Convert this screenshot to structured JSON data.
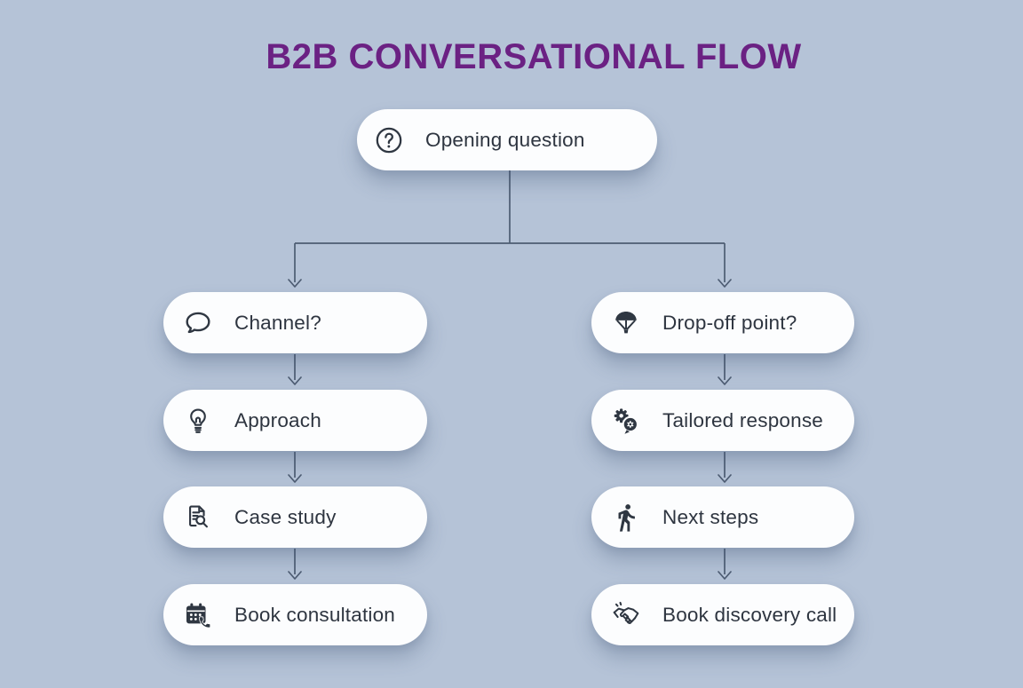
{
  "title": "B2B CONVERSATIONAL FLOW",
  "colors": {
    "background": "#b5c3d7",
    "node_background": "#fcfdfe",
    "node_text": "#2e3540",
    "icon": "#2f3742",
    "title_text": "#6b2183",
    "connector_line": "#4d5c72"
  },
  "flow": {
    "root": {
      "label": "Opening question",
      "icon": "question-circle-icon"
    },
    "left_branch": [
      {
        "label": "Channel?",
        "icon": "speech-bubble-icon"
      },
      {
        "label": "Approach",
        "icon": "lightbulb-icon"
      },
      {
        "label": "Case study",
        "icon": "document-search-icon"
      },
      {
        "label": "Book consultation",
        "icon": "calendar-phone-icon"
      }
    ],
    "right_branch": [
      {
        "label": "Drop-off point?",
        "icon": "parachute-icon"
      },
      {
        "label": "Tailored response",
        "icon": "gear-chat-icon"
      },
      {
        "label": "Next steps",
        "icon": "walking-person-icon"
      },
      {
        "label": "Book discovery call",
        "icon": "handshake-icon"
      }
    ]
  }
}
